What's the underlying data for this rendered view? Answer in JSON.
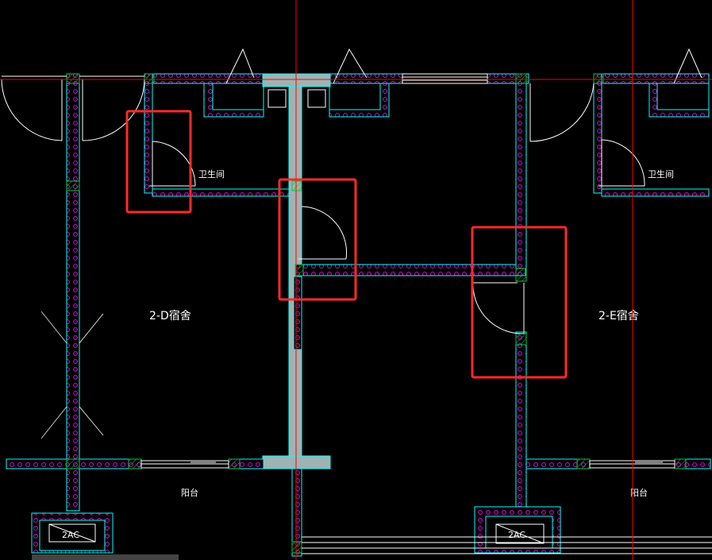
{
  "drawing": {
    "rooms": {
      "left_dorm": "2-D宿舍",
      "right_dorm": "2-E宿舍",
      "left_bath": "卫生间",
      "right_bath": "卫生间",
      "left_balcony": "阳台",
      "right_balcony": "阳台"
    },
    "ac_tags": {
      "left": "2AC",
      "right": "2AC"
    },
    "colors": {
      "background": "#000000",
      "wall_outline": "#00ffff",
      "wall_hatch": "#ff00ff",
      "door_line": "#ffffff",
      "highlight": "#ff2a2a",
      "crosshair": "#ff0000",
      "column_fill": "#9fb3b3",
      "green_hatch": "#00cc44"
    },
    "highlight_boxes_count": 3
  }
}
